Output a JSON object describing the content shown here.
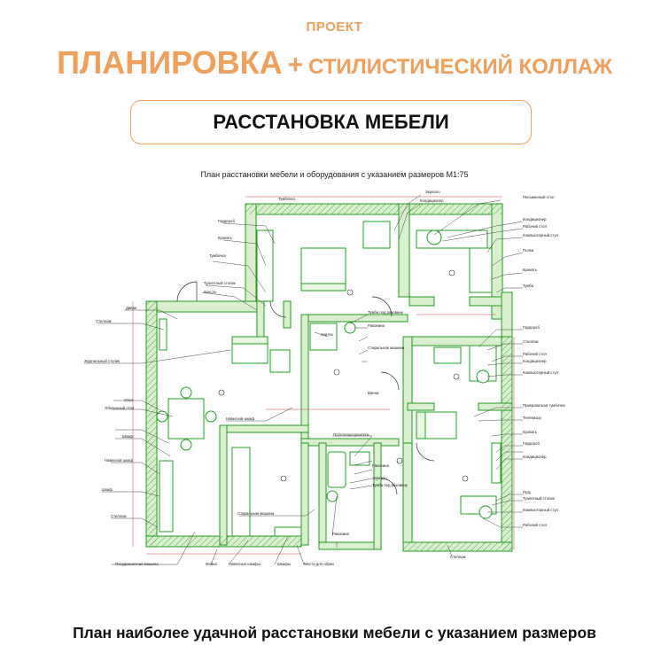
{
  "header": {
    "kicker": "ПРОЕКТ",
    "title_main": "ПЛАНИРОВКА",
    "title_plus": "+",
    "title_sub": "СТИЛИСТИЧЕСКИЙ КОЛЛАЖ",
    "section_label": "РАССТАНОВКА МЕБЕЛИ"
  },
  "plan": {
    "caption": "План расстановки мебели и оборудования с указанием размеров М1:75",
    "annotations": {
      "a1": "Гардероб",
      "a2": "Кровать",
      "a3": "Тумбочка",
      "a4": "Туалетный столик",
      "a5": "Кресло",
      "a6": "Диван",
      "a7": "Журнальный столик",
      "a8": "Стеллаж",
      "a9": "Обеденный стол",
      "a10": "Шкаф",
      "a11": "Навесной шкаф",
      "a12": "Посудомоечная машина",
      "a13": "Мойка",
      "a14": "Навесные шкафы",
      "a15": "Шкафы",
      "a16": "Место для обуви",
      "a17": "Стол",
      "a18": "Стиральная машина",
      "a19": "Унитаз",
      "a20": "Ванна",
      "a21": "Раковина",
      "a22": "Зеркало",
      "a23": "Полотенцесушитель",
      "a24": "Тумба под раковину",
      "a25": "Письменный стол",
      "a26": "Компьютерный стул",
      "a27": "Полки",
      "a28": "Тумба",
      "a29": "Пуф",
      "a30": "Рабочий стол",
      "a31": "Кондиционер",
      "a32": "Телевизор",
      "a33": "Прикроватная тумбочка",
      "a34": "Стеллаж",
      "a35": "Кровать",
      "a36": "Гардероб"
    }
  },
  "footer": {
    "text": "План наиболее удачной расстановки мебели с указанием размеров"
  },
  "colors": {
    "accent": "#f0a05a",
    "wall_fill": "#d9f0cc",
    "wall_stroke": "#1e9c1e",
    "furniture": "#22a022",
    "annotation": "#222222",
    "dimension": "#c24a4a"
  }
}
